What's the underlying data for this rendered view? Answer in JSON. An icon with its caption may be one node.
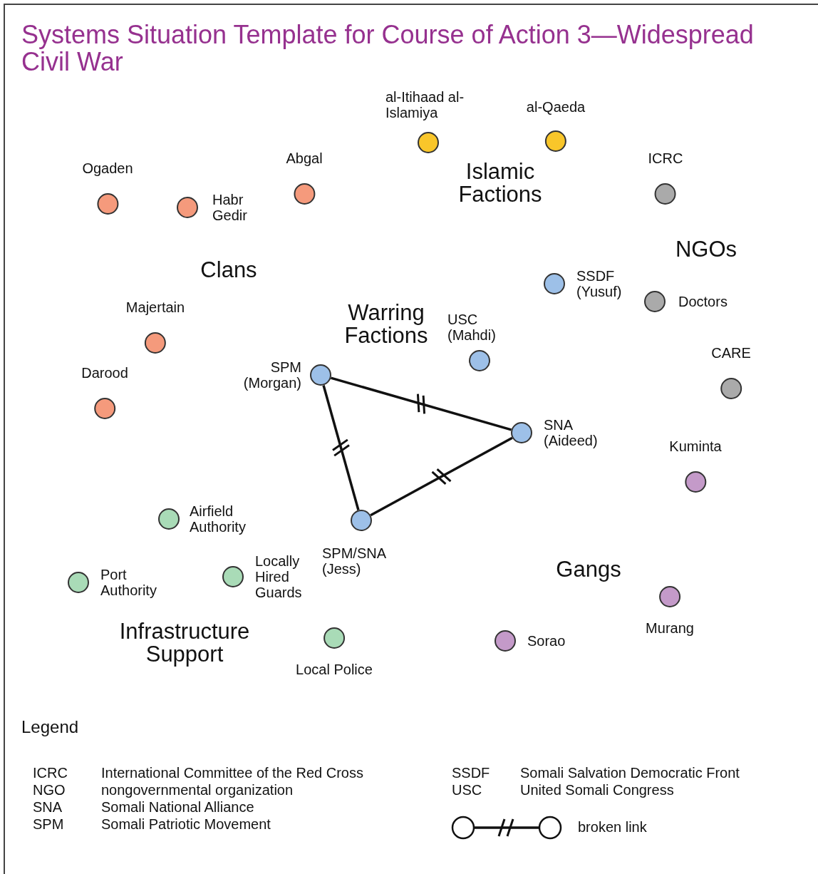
{
  "diagram": {
    "title": "Systems Situation Template for Course of Action 3—Widespread Civil War",
    "nodes": [
      {
        "text": [
          "al-Itihaad al-Islamiya"
        ]
      },
      {
        "text": [
          "al-Qaeda"
        ]
      },
      {
        "text": [
          "Ogaden"
        ]
      },
      {
        "text": [
          "Habr Gedir"
        ]
      },
      {
        "text": [
          "Abgal"
        ]
      },
      {
        "text": [
          "ICRC"
        ]
      },
      {
        "text": [
          "SSDF (Yusuf)"
        ]
      },
      {
        "text": [
          "Doctors"
        ]
      },
      {
        "text": [
          "Majertain"
        ]
      },
      {
        "text": [
          "USC (Mahdi)"
        ]
      },
      {
        "text": [
          "SPM (Morgan)"
        ]
      },
      {
        "text": [
          "CARE"
        ]
      },
      {
        "text": [
          "Darood"
        ]
      },
      {
        "text": [
          "SNA (Aideed)"
        ]
      },
      {
        "text": [
          "Kuminta"
        ]
      },
      {
        "text": [
          "Airfield Authority"
        ]
      },
      {
        "text": [
          "SPM/SNA (Jess)"
        ]
      },
      {
        "text": [
          "Port Authority"
        ]
      },
      {
        "text": [
          "Locally Hired Guards"
        ]
      },
      {
        "text": [
          "Murang"
        ]
      },
      {
        "text": [
          "Local Police"
        ]
      },
      {
        "text": [
          "Sorao"
        ]
      }
    ],
    "edges": [
      {
        "from": 10,
        "to": 13,
        "arrow": "none"
      },
      {
        "from": 10,
        "to": 16,
        "arrow": "none"
      },
      {
        "from": 16,
        "to": 13,
        "arrow": "none"
      }
    ],
    "labels": [
      "Islamic Factions",
      "Clans",
      "NGOs",
      "Warring Factions",
      "Gangs",
      "Infrastructure Support",
      "Legend",
      "ICRC",
      "International Committee of the Red Cross",
      "SSDF",
      "Somali Salvation Democratic Front",
      "NGO",
      "nongovernmental organization",
      "USC",
      "United Somali Congress",
      "SNA",
      "Somali National Alliance",
      "SPM",
      "Somali Patriotic Movement"
    ],
    "legend": [
      {
        "text": "broken link"
      }
    ]
  }
}
